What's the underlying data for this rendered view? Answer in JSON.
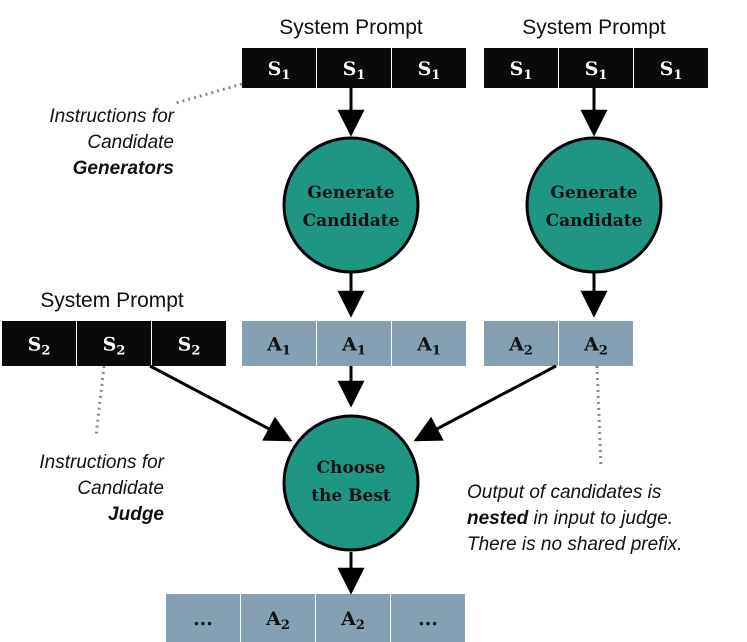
{
  "colors": {
    "token_dark": "#0a0a0a",
    "token_output": "#86a0b3",
    "node_fill": "#1f9682",
    "node_stroke": "#000000",
    "arrow": "#000000",
    "dotted_leader": "#8a8a8a",
    "token_text_light": "#ffffff",
    "token_text_dark": "#111111"
  },
  "generator_left": {
    "heading": "System Prompt",
    "tokens": [
      {
        "base": "S",
        "sub": "1"
      },
      {
        "base": "S",
        "sub": "1"
      },
      {
        "base": "S",
        "sub": "1"
      }
    ],
    "node_line1": "Generate",
    "node_line2": "Candidate",
    "outputs": [
      {
        "base": "A",
        "sub": "1"
      },
      {
        "base": "A",
        "sub": "1"
      },
      {
        "base": "A",
        "sub": "1"
      }
    ]
  },
  "generator_right": {
    "heading": "System Prompt",
    "tokens": [
      {
        "base": "S",
        "sub": "1"
      },
      {
        "base": "S",
        "sub": "1"
      },
      {
        "base": "S",
        "sub": "1"
      }
    ],
    "node_line1": "Generate",
    "node_line2": "Candidate",
    "outputs": [
      {
        "base": "A",
        "sub": "2"
      },
      {
        "base": "A",
        "sub": "2"
      }
    ]
  },
  "judge": {
    "heading": "System Prompt",
    "tokens": [
      {
        "base": "S",
        "sub": "2"
      },
      {
        "base": "S",
        "sub": "2"
      },
      {
        "base": "S",
        "sub": "2"
      }
    ],
    "node_line1": "Choose",
    "node_line2": "the Best",
    "outputs": [
      {
        "base": "...",
        "sub": ""
      },
      {
        "base": "A",
        "sub": "2"
      },
      {
        "base": "A",
        "sub": "2"
      },
      {
        "base": "...",
        "sub": ""
      }
    ]
  },
  "annotations": {
    "generators": {
      "line1": "Instructions for",
      "line2": "Candidate",
      "line3": "Generators"
    },
    "judge": {
      "line1": "Instructions for",
      "line2": "Candidate",
      "line3": "Judge"
    },
    "nested": {
      "line1": "Output of candidates is",
      "line2_bold": "nested",
      "line2_rest": " in input to judge.",
      "line3": "There is no shared prefix."
    }
  }
}
